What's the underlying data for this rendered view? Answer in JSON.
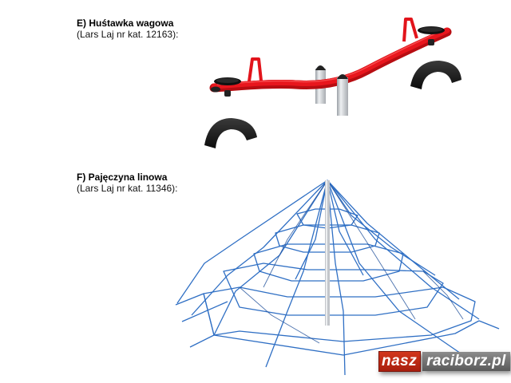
{
  "section_e": {
    "title": "E) Huśtawka wagowa",
    "subtitle": "(Lars Laj nr kat. 12163):",
    "image": "seesaw-illustration",
    "colors": {
      "tube": "#e2141b",
      "posts": "#c9ccd0",
      "tires": "#1a1a1a"
    }
  },
  "section_f": {
    "title": "F) Pajęczyna linowa",
    "subtitle": "(Lars Laj nr kat. 11346):",
    "image": "rope-spider-web-illustration",
    "colors": {
      "rope": "#2f6fc4",
      "pole": "#bfc3c7"
    }
  },
  "watermark": {
    "part1": "nasz",
    "part2": "raciborz.pl",
    "colors": {
      "part1_bg": "#c42a16",
      "part2_bg": "#707070"
    }
  }
}
